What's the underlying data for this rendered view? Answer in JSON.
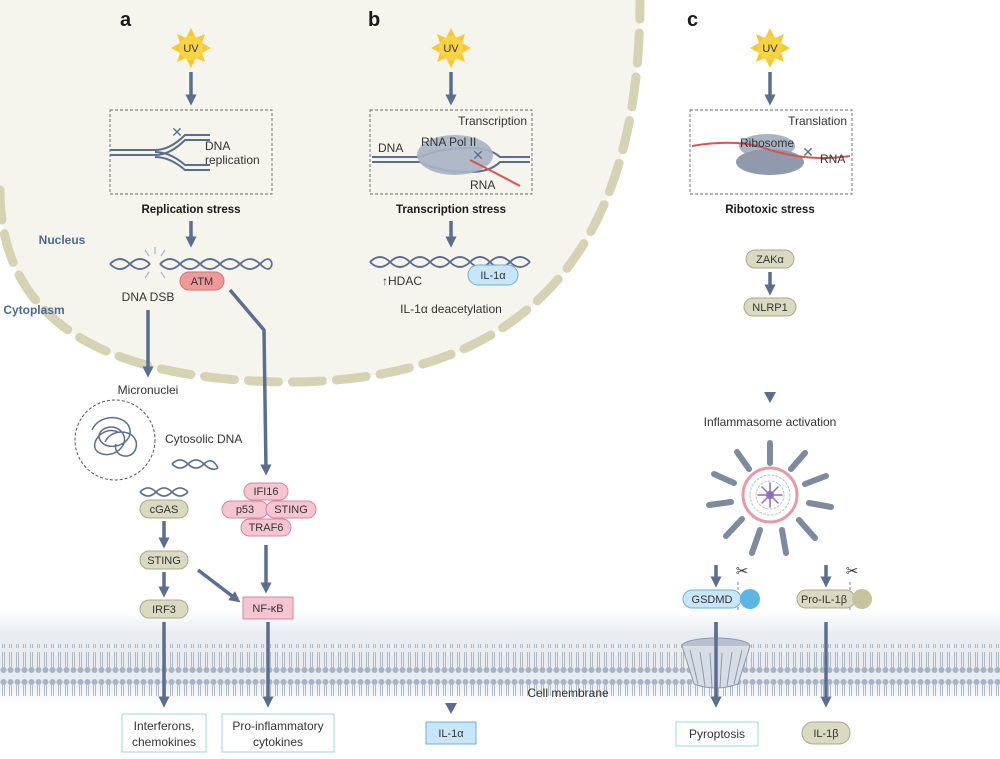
{
  "panels": {
    "a": "a",
    "b": "b",
    "c": "c"
  },
  "uv": "UV",
  "colors": {
    "arrow": "#5c6e8f",
    "nucleus_fill": "#f5f4ed",
    "nuclear_envelope": "#d6d2b4",
    "olive_pill": "#d9dac1",
    "pink_pill": "#f5c6d2",
    "red_pill": "#ef9a9a",
    "blue_pill": "#c8e6f7",
    "membrane": "#d4dbe4",
    "dna_red": "#d9534f"
  },
  "regions": {
    "nucleus": "Nucleus",
    "cytoplasm": "Cytoplasm",
    "membrane": "Cell membrane"
  },
  "a": {
    "box_label": "DNA\nreplication",
    "stress": "Replication stress",
    "dsb": "DNA DSB",
    "atm": "ATM",
    "micronuclei": "Micronuclei",
    "cytosolic_dna": "Cytosolic DNA",
    "cgas": "cGAS",
    "sting": "STING",
    "irf3": "IRF3",
    "complex": {
      "top": "IFI16",
      "left": "p53",
      "right": "STING",
      "bottom": "TRAF6"
    },
    "nfkb": "NF-κB",
    "out_left": "Interferons,\nchemokines",
    "out_right": "Pro-inflammatory\ncytokines"
  },
  "b": {
    "transcription": "Transcription",
    "dna": "DNA",
    "rnapol": "RNA Pol II",
    "rna": "RNA",
    "stress": "Transcription stress",
    "hdac": "↑HDAC",
    "il1a": "IL-1α",
    "deacetylation": "IL-1α deacetylation",
    "out": "IL-1α"
  },
  "c": {
    "translation": "Translation",
    "ribosome": "Ribosome",
    "rna": "RNA",
    "stress": "Ribotoxic stress",
    "zaka": "ZAKα",
    "nlrp1": "NLRP1",
    "inflammasome": "Inflammasome activation",
    "gsdmd": "GSDMD",
    "proil1b": "Pro-IL-1β",
    "out_left": "Pyroptosis",
    "out_right": "IL-1β"
  }
}
